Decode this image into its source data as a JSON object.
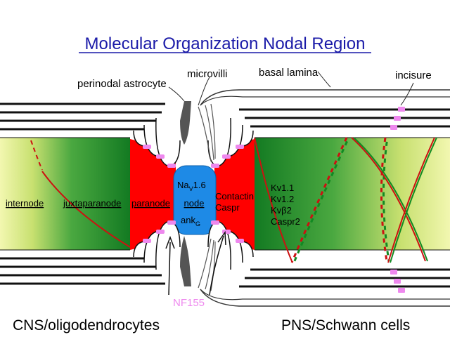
{
  "title": "Molecular Organization Nodal Region",
  "labels": {
    "perinodal_astrocyte": "perinodal astrocyte",
    "microvilli": "microvilli",
    "basal_lamina": "basal lamina",
    "incisure": "incisure",
    "internode": "internode",
    "juxtaparanode": "juxtaparanode",
    "paranode": "paranode",
    "node": "node",
    "nav_base": "Na",
    "nav_sub": "V",
    "nav_suffix": "1.6",
    "ank_base": "ank",
    "ank_sub": "G",
    "contactin": "Contactin",
    "caspr": "Caspr",
    "kv11": "Kv1.1",
    "kv12": "Kv1.2",
    "kvb2": "Kvβ2",
    "caspr2": "Caspr2",
    "nf155": "NF155",
    "cns": "CNS/oligodendrocytes",
    "pns": "PNS/Schwann cells"
  },
  "colors": {
    "title": "#1a1aa8",
    "paranode_red": "#ff0000",
    "node_blue": "#1e8ae6",
    "myelin_green": "#1a8a2a",
    "fade_yellow": "#f2f7b0",
    "nf155_pink": "#ee88ee",
    "myelin_black": "#111111"
  }
}
